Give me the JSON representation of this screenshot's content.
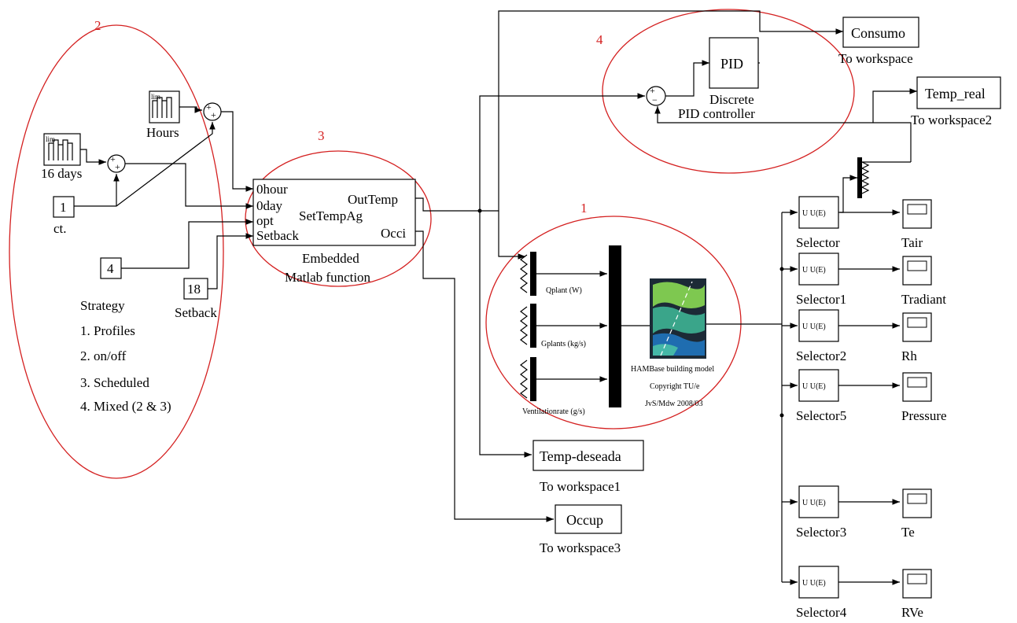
{
  "regions": {
    "r1": "1",
    "r2": "2",
    "r3": "3",
    "r4": "4"
  },
  "sources": {
    "hours_label": "Hours",
    "days_label": "16 days",
    "const_value": "1",
    "const_label": "ct.",
    "const4_value": "4",
    "setback_value": "18",
    "setback_label": "Setback"
  },
  "strategy": {
    "title": "Strategy",
    "items": [
      "1. Profiles",
      "2. on/off",
      "3. Scheduled",
      "4. Mixed (2 & 3)"
    ]
  },
  "embedded": {
    "in_ports": [
      "0hour",
      "0day",
      "opt",
      "Setback"
    ],
    "center": "SetTempAg",
    "out_ports": [
      "OutTemp",
      "Occi"
    ],
    "caption1": "Embedded",
    "caption2": "Matlab function"
  },
  "pid": {
    "label": "PID",
    "caption1": "Discrete",
    "caption2": "PID controller"
  },
  "workspaces": {
    "consumo": "Consumo",
    "consumo_sub": "To workspace",
    "temp_real": "Temp_real",
    "temp_real_sub": "To workspace2",
    "temp_deseada": "Temp-deseada",
    "temp_deseada_sub": "To workspace1",
    "occup": "Occup",
    "occup_sub": "To workspace3"
  },
  "hambase": {
    "inputs": [
      "Qplant (W)",
      "Gplants (kg/s)",
      "Ventilationrate (g/s)"
    ],
    "line1": "HAMBase building model",
    "line2": "Copyright TU/e",
    "line3": "JvS/Mdw 2008/03"
  },
  "selectors": [
    {
      "block": "U U(E)",
      "name": "Selector",
      "scope": "Tair"
    },
    {
      "block": "U U(E)",
      "name": "Selector1",
      "scope": "Tradiant"
    },
    {
      "block": "U U(E)",
      "name": "Selector2",
      "scope": "Rh"
    },
    {
      "block": "U U(E)",
      "name": "Selector5",
      "scope": "Pressure"
    },
    {
      "block": "U U(E)",
      "name": "Selector3",
      "scope": "Te"
    },
    {
      "block": "U U(E)",
      "name": "Selector4",
      "scope": "RVe"
    }
  ],
  "sum_signs": {
    "plus": "+",
    "minus": "−"
  }
}
